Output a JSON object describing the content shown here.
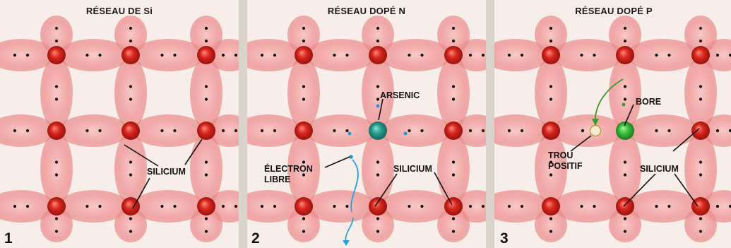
{
  "panels": [
    {
      "number": "1",
      "title": "RÉSEAU DE Si",
      "labels": {
        "silicium": "SILICIUM"
      }
    },
    {
      "number": "2",
      "title": "RÉSEAU DOPÉ N",
      "labels": {
        "arsenic": "ARSENIC",
        "electron_line1": "ÉLECTRON",
        "electron_line2": "LIBRE",
        "silicium": "SILICIUM"
      }
    },
    {
      "number": "3",
      "title": "RÉSEAU DOPÉ P",
      "labels": {
        "bore": "BORE",
        "trou_line1": "TROU",
        "trou_line2": "POSITIF",
        "silicium": "SILICIUM"
      }
    }
  ],
  "colors": {
    "bond_fill": "#ef9a9a",
    "silicon_atom": "#d7261e",
    "arsenic_atom": "#2a9d8f",
    "bore_atom": "#3bbf3b",
    "electron": "#1a9bd7",
    "arrow": "#2aa1dd",
    "hole_arrow": "#3a9a2a"
  }
}
